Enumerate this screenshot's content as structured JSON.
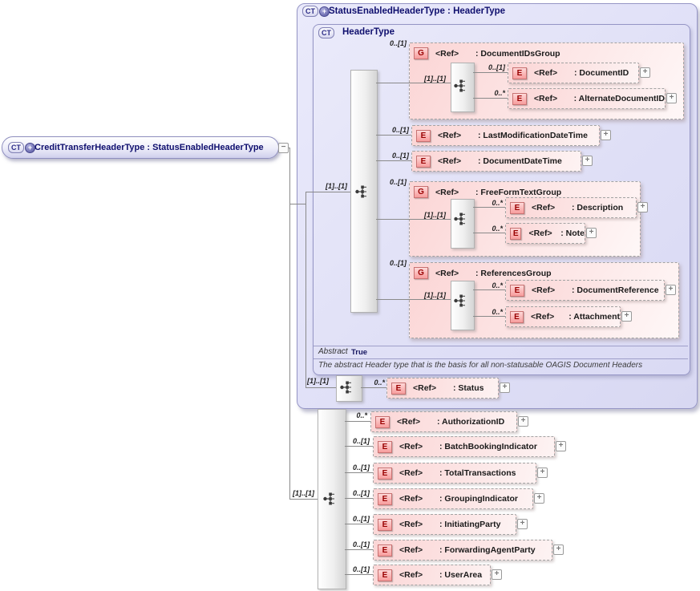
{
  "icons": {
    "plus": "+",
    "minus": "−"
  },
  "colors": {
    "panel_lavender": "#e0e0f7",
    "panel_border": "#9595c5",
    "element_pink": "#fbd6d6",
    "badge_red": "#990000",
    "line_gray": "#8a8a8a",
    "title_navy": "#0f0f6e"
  },
  "pill": {
    "badge": "CT",
    "title": "CreditTransferHeaderType : StatusEnabledHeaderType"
  },
  "outer": {
    "badge": "CT",
    "title": "StatusEnabledHeaderType : HeaderType"
  },
  "inner": {
    "badge": "CT",
    "title": "HeaderType",
    "abstract_label": "Abstract",
    "abstract_value": "True",
    "annotation": "The abstract Header type that is the basis for all non-statusable OAGIS Document Headers"
  },
  "seq": {
    "headerType": "[1]..[1]",
    "docIdsGroup": "[1]..[1]",
    "freeFormTextGroup": "[1]..[1]",
    "referencesGroup": "[1]..[1]",
    "status": "[1]..[1]",
    "extension": "[1]..[1]"
  },
  "els": {
    "docIdsGroup": {
      "card": "0..[1]",
      "badge": "G",
      "ref": "<Ref>",
      "name": ": DocumentIDsGroup"
    },
    "documentId": {
      "card": "0..[1]",
      "badge": "E",
      "ref": "<Ref>",
      "name": ": DocumentID"
    },
    "alternateDocumentId": {
      "card": "0..*",
      "badge": "E",
      "ref": "<Ref>",
      "name": ": AlternateDocumentID"
    },
    "lastModificationDateTime": {
      "card": "0..[1]",
      "badge": "E",
      "ref": "<Ref>",
      "name": ": LastModificationDateTime"
    },
    "documentDateTime": {
      "card": "0..[1]",
      "badge": "E",
      "ref": "<Ref>",
      "name": ": DocumentDateTime"
    },
    "freeFormTextGroup": {
      "card": "0..[1]",
      "badge": "G",
      "ref": "<Ref>",
      "name": ": FreeFormTextGroup"
    },
    "description": {
      "card": "0..*",
      "badge": "E",
      "ref": "<Ref>",
      "name": ": Description"
    },
    "note": {
      "card": "0..*",
      "badge": "E",
      "ref": "<Ref>",
      "name": ": Note"
    },
    "referencesGroup": {
      "card": "0..[1]",
      "badge": "G",
      "ref": "<Ref>",
      "name": ": ReferencesGroup"
    },
    "documentReference": {
      "card": "0..*",
      "badge": "E",
      "ref": "<Ref>",
      "name": ": DocumentReference"
    },
    "attachment": {
      "card": "0..*",
      "badge": "E",
      "ref": "<Ref>",
      "name": ": Attachment"
    },
    "status": {
      "card": "0..*",
      "badge": "E",
      "ref": "<Ref>",
      "name": ": Status"
    },
    "authorizationId": {
      "card": "0..*",
      "badge": "E",
      "ref": "<Ref>",
      "name": ": AuthorizationID"
    },
    "batchBookingIndicator": {
      "card": "0..[1]",
      "badge": "E",
      "ref": "<Ref>",
      "name": ": BatchBookingIndicator"
    },
    "totalTransactions": {
      "card": "0..[1]",
      "badge": "E",
      "ref": "<Ref>",
      "name": ": TotalTransactions"
    },
    "groupingIndicator": {
      "card": "0..[1]",
      "badge": "E",
      "ref": "<Ref>",
      "name": ": GroupingIndicator"
    },
    "initiatingParty": {
      "card": "0..[1]",
      "badge": "E",
      "ref": "<Ref>",
      "name": ": InitiatingParty"
    },
    "forwardingAgentParty": {
      "card": "0..[1]",
      "badge": "E",
      "ref": "<Ref>",
      "name": ": ForwardingAgentParty"
    },
    "userArea": {
      "card": "0..[1]",
      "badge": "E",
      "ref": "<Ref>",
      "name": ": UserArea"
    }
  }
}
